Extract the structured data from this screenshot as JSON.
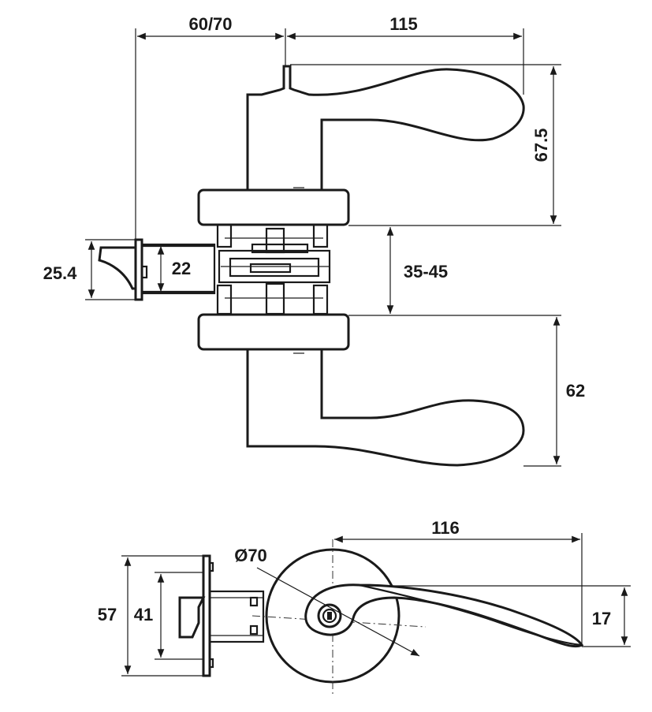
{
  "drawing": {
    "dimensions": {
      "backset": "60/70",
      "lever_length_top": "115",
      "lever_height_top": "67.5",
      "latch_face": "25.4",
      "latch_body": "22",
      "door_thickness": "35-45",
      "lever_height_bottom": "62",
      "lever_length_front": "116",
      "rose_diameter": "Ø70",
      "faceplate_height": "57",
      "faceplate_inner": "41",
      "lever_grip": "17"
    }
  }
}
